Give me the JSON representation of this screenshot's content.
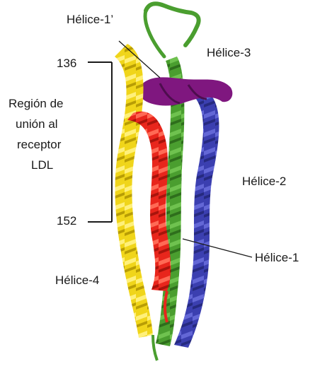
{
  "labels": {
    "helix_1_prime": "Hélice-1’",
    "helix_3": "Hélice-3",
    "helix_2": "Hélice-2",
    "helix_1": "Hélice-1",
    "helix_4": "Hélice-4",
    "residue_start": "136",
    "residue_end": "152",
    "binding_region": [
      "Región de",
      "unión al",
      "receptor",
      "LDL"
    ]
  },
  "colors": {
    "helix_1_prime": "#7f177f",
    "helix_1": "#e8261c",
    "helix_2": "#3b3fb0",
    "helix_3": "#4a9e2f",
    "helix_4": "#f0d51a",
    "bracket": "#1a1a1a"
  }
}
